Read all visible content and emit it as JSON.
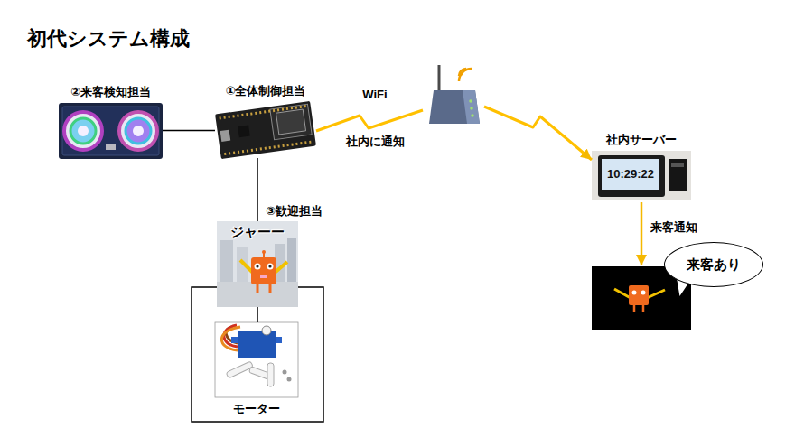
{
  "diagram": {
    "title": "初代システム構成",
    "nodes": [
      {
        "text": [
          "②来客検知担当"
        ]
      },
      {
        "text": [
          "①全体制御担当"
        ]
      },
      {
        "text": [
          "③歓迎担当"
        ]
      },
      {
        "text": [
          "モーター"
        ]
      },
      {
        "text": [
          "社内サーバー"
        ]
      },
      {
        "text": [
          "来客あり"
        ]
      }
    ],
    "edges": [
      {
        "from": 0,
        "to": 1,
        "arrow": "none"
      },
      {
        "from": 1,
        "to": 2,
        "arrow": "none"
      },
      {
        "from": 2,
        "to": 3,
        "arrow": "none"
      },
      {
        "from": 1,
        "to": 4,
        "label": "社内に通知",
        "arrow": "to"
      },
      {
        "from": 4,
        "to": 5,
        "label": "来客通知",
        "arrow": "to"
      }
    ],
    "labels": [
      "WiFi",
      "10:29:22",
      "ジャーー"
    ]
  }
}
